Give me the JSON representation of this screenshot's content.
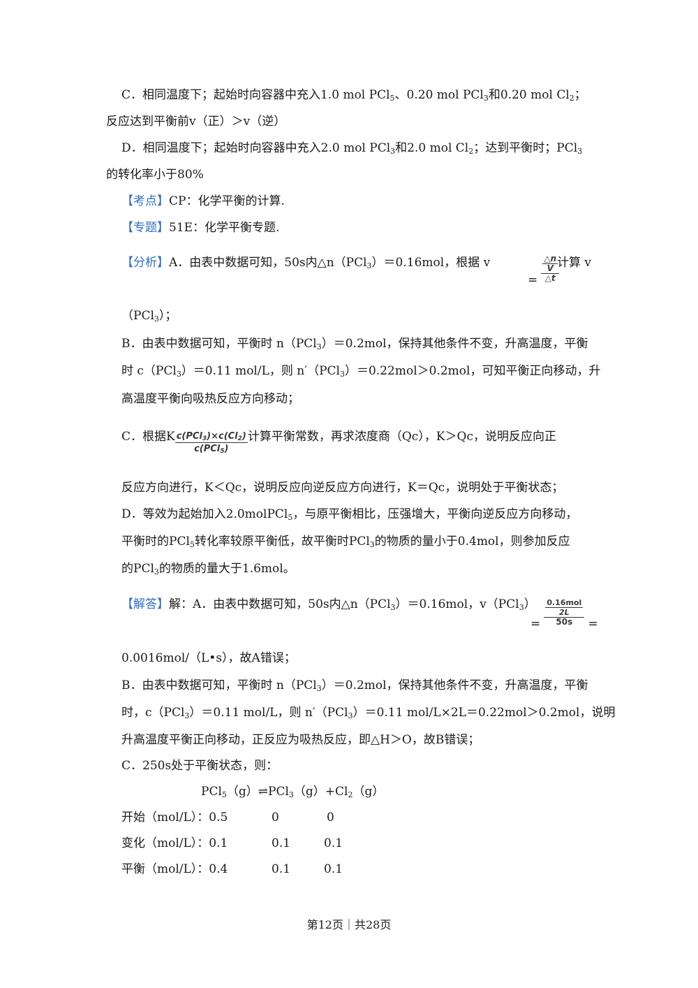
{
  "lines": {
    "c_opt_1a": "C．相同温度下；起始时向容器中充入1.0 mol PCl",
    "c_opt_1b": "、0.20 mol PCl",
    "c_opt_1c": "和0.20 mol Cl",
    "c_opt_1d": "；",
    "c_opt_2": "反应达到平衡前v（正）＞v（逆）",
    "d_opt_1a": "D．相同温度下；起始时向容器中充入2.0 mol PCl",
    "d_opt_1b": "和2.0 mol Cl",
    "d_opt_1c": "；达到平衡时；PCl",
    "d_opt_2": "的转化率小于80%",
    "kaodian_tag": "【考点】",
    "kaodian_text": "CP：化学平衡的计算.",
    "zhuanti_tag": "【专题】",
    "zhuanti_text": "51E：化学平衡专题.",
    "fenxi_tag": "【分析】",
    "fenxi_a_1a": "A．由表中数据可知，50s内△n（PCl",
    "fenxi_a_1b": "）＝0.16mol，根据 v",
    "fenxi_a_1c": "计算 v",
    "fenxi_a_2": "（PCl",
    "fenxi_a_2b": "）；",
    "fenxi_b_1a": "B．由表中数据可知，平衡时 n（PCl",
    "fenxi_b_1b": "）＝0.2mol，保持其他条件不变，升高温度，平衡",
    "fenxi_b_2a": "时 c（PCl",
    "fenxi_b_2b": "）＝0.11 mol/L，则 n′（PCl",
    "fenxi_b_2c": "）＝0.22mol＞0.2mol，可知平衡正向移动，升",
    "fenxi_b_3": "高温度平衡向吸热反应方向移动；",
    "fenxi_c_1a": "C．根据K",
    "fenxi_c_1b": "计算平衡常数，再求浓度商（Qc），K＞Qc，说明反应向正",
    "fenxi_c_2": "反应方向进行，K＜Qc，说明反应向逆反应方向进行，K＝Qc，说明处于平衡状态；",
    "fenxi_d_1a": "D．等效为起始加入2.0molPCl",
    "fenxi_d_1b": "，与原平衡相比，压强增大，平衡向逆反应方向移动，",
    "fenxi_d_2a": "平衡时的PCl",
    "fenxi_d_2b": "转化率较原平衡低，故平衡时PCl",
    "fenxi_d_2c": "的物质的量小于0.4mol，则参加反应",
    "fenxi_d_3a": "的PCl",
    "fenxi_d_3b": "的物质的量大于1.6mol。",
    "jieda_tag": "【解答】",
    "jieda_a_1a": "解：A．由表中数据可知，50s内△n（PCl",
    "jieda_a_1b": "）＝0.16mol，v（PCl",
    "jieda_a_1c": "）",
    "jieda_a_2": "0.0016mol/（L•s），故A错误；",
    "jieda_b_1a": "B．由表中数据可知，平衡时 n（PCl",
    "jieda_b_1b": "）＝0.2mol，保持其他条件不变，升高温度，平衡",
    "jieda_b_2a": "时，c（PCl",
    "jieda_b_2b": "）＝0.11 mol/L，则 n′（PCl",
    "jieda_b_2c": "）＝0.11 mol/L×2L＝0.22mol＞0.2mol，说明",
    "jieda_b_3": "升高温度平衡正向移动，正反应为吸热反应，即△H＞O，故B错误；",
    "jieda_c_1": "C．250s处于平衡状态，则：",
    "sub_5": "5",
    "sub_3": "3",
    "sub_2": "2"
  },
  "formulas": {
    "v_def_num": "△n",
    "v_def_mid": "V",
    "v_def_den": "△t",
    "eq": "=",
    "k_num_a": "c(PCl",
    "k_num_b": ")×c(Cl",
    "k_num_c": ")",
    "k_den_a": "c(PCl",
    "k_den_b": ")",
    "v_calc_num": "0.16mol",
    "v_calc_mid": "2L",
    "v_calc_den": "50s"
  },
  "reaction": {
    "a": "PCl",
    "b": "（g）⇌PCl",
    "c": "（g）+Cl",
    "d": "（g）"
  },
  "table": {
    "rows": [
      {
        "label": "开始（mol/L）：0.5",
        "v2": "0",
        "v3": "0"
      },
      {
        "label": "变化（mol/L）：0.1",
        "v2": "0.1",
        "v3": "0.1"
      },
      {
        "label": "平衡（mol/L）：0.4",
        "v2": "0.1",
        "v3": "0.1"
      }
    ]
  },
  "footer": "第12页｜共28页"
}
